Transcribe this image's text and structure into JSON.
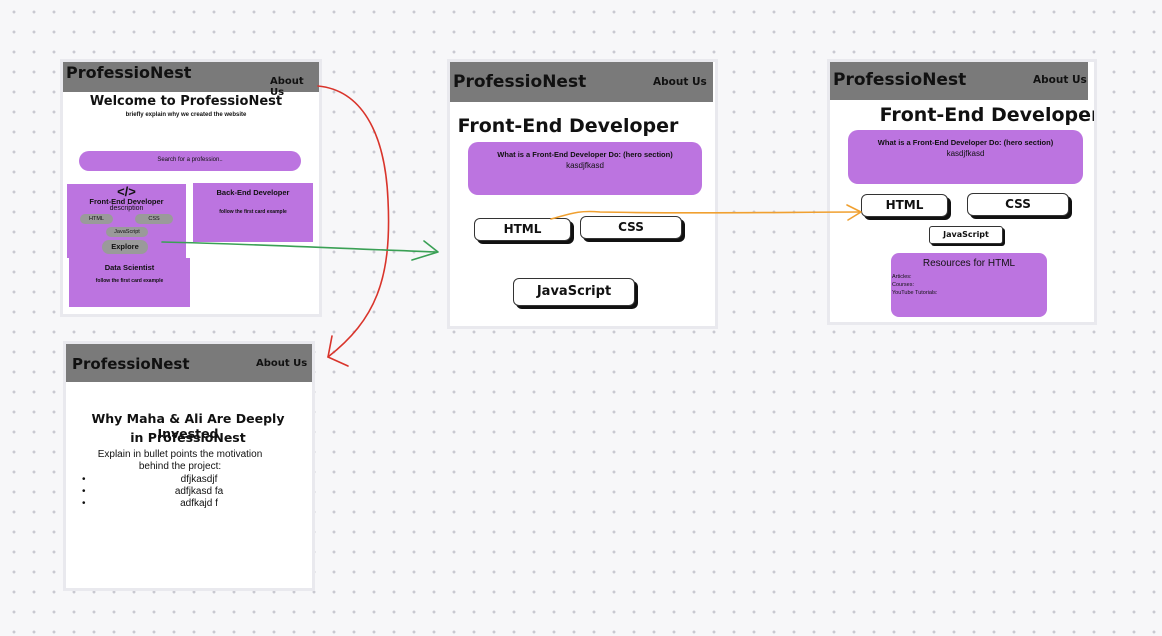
{
  "brand": "ProfessioNest",
  "nav_about": "About Us",
  "home": {
    "title": "Welcome to ProfessioNest",
    "subtitle": "briefly explain why we created the website",
    "search_placeholder": "Search for a profession..",
    "code_icon": "</>",
    "card_frontend": {
      "title": "Front-End Developer",
      "desc": "description",
      "tags": [
        "HTML",
        "CSS",
        "JavaScript"
      ],
      "explore": "Explore"
    },
    "card_backend": {
      "title": "Back-End Developer",
      "desc": "follow the first card example"
    },
    "card_datasci": {
      "title": "Data Scientist",
      "desc": "follow the first card example"
    }
  },
  "about_page": {
    "title_line1": "Why Maha & Ali Are Deeply Invested",
    "title_line2": "in ProfessioNest",
    "intro_line1": "Explain in bullet points the motivation",
    "intro_line2": "behind the project:",
    "bullets": [
      "dfjkasdjf",
      "adfjkasd fa",
      "adfkajd f"
    ]
  },
  "frontend_page": {
    "title": "Front-End Developer",
    "hero_title": "What is a Front-End Developer Do: (hero section)",
    "hero_text": "kasdjfkasd",
    "buttons": [
      "HTML",
      "CSS",
      "JavaScript"
    ]
  },
  "html_page": {
    "title": "Front-End Developer",
    "hero_title": "What is a Front-End Developer Do: (hero section)",
    "hero_text": "kasdjfkasd",
    "buttons": [
      "HTML",
      "CSS",
      "JavaScript"
    ],
    "resources_title": "Resources for HTML",
    "resources_items": [
      "Articles:",
      "Courses:",
      "YouTube Tutorials:"
    ]
  },
  "colors": {
    "header": "#7a7a7a",
    "card": "#bc74e0",
    "arrow_red": "#d9342b",
    "arrow_green": "#3aa055",
    "arrow_orange": "#f0a030"
  }
}
